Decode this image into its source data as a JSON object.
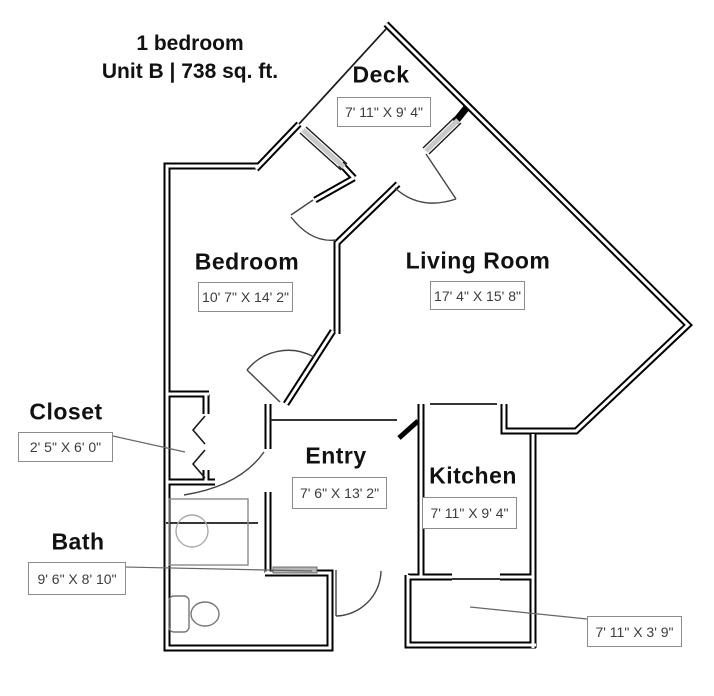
{
  "title": {
    "line1": "1 bedroom",
    "line2": "Unit B | 738 sq. ft."
  },
  "rooms": {
    "deck": {
      "name": "Deck",
      "dimensions": "7' 11\" X 9' 4\""
    },
    "bedroom": {
      "name": "Bedroom",
      "dimensions": "10' 7\" X 14' 2\""
    },
    "living_room": {
      "name": "Living Room",
      "dimensions": "17' 4\" X 15' 8\""
    },
    "closet": {
      "name": "Closet",
      "dimensions": "2' 5\" X 6' 0\""
    },
    "entry": {
      "name": "Entry",
      "dimensions": "7' 6\" X 13' 2\""
    },
    "kitchen": {
      "name": "Kitchen",
      "dimensions": "7' 11\" X 9' 4\""
    },
    "bath": {
      "name": "Bath",
      "dimensions": "9' 6\" X 8' 10\""
    },
    "storage": {
      "name": "",
      "dimensions": "7' 11\" X 3' 9\""
    }
  },
  "colors": {
    "wall": "#000000",
    "label_text": "#111111",
    "dimension_text": "#3d3d3d",
    "dimension_box_border": "#8c8c8c",
    "door_panel": "#b5b5b5",
    "leader_line": "#666666"
  }
}
